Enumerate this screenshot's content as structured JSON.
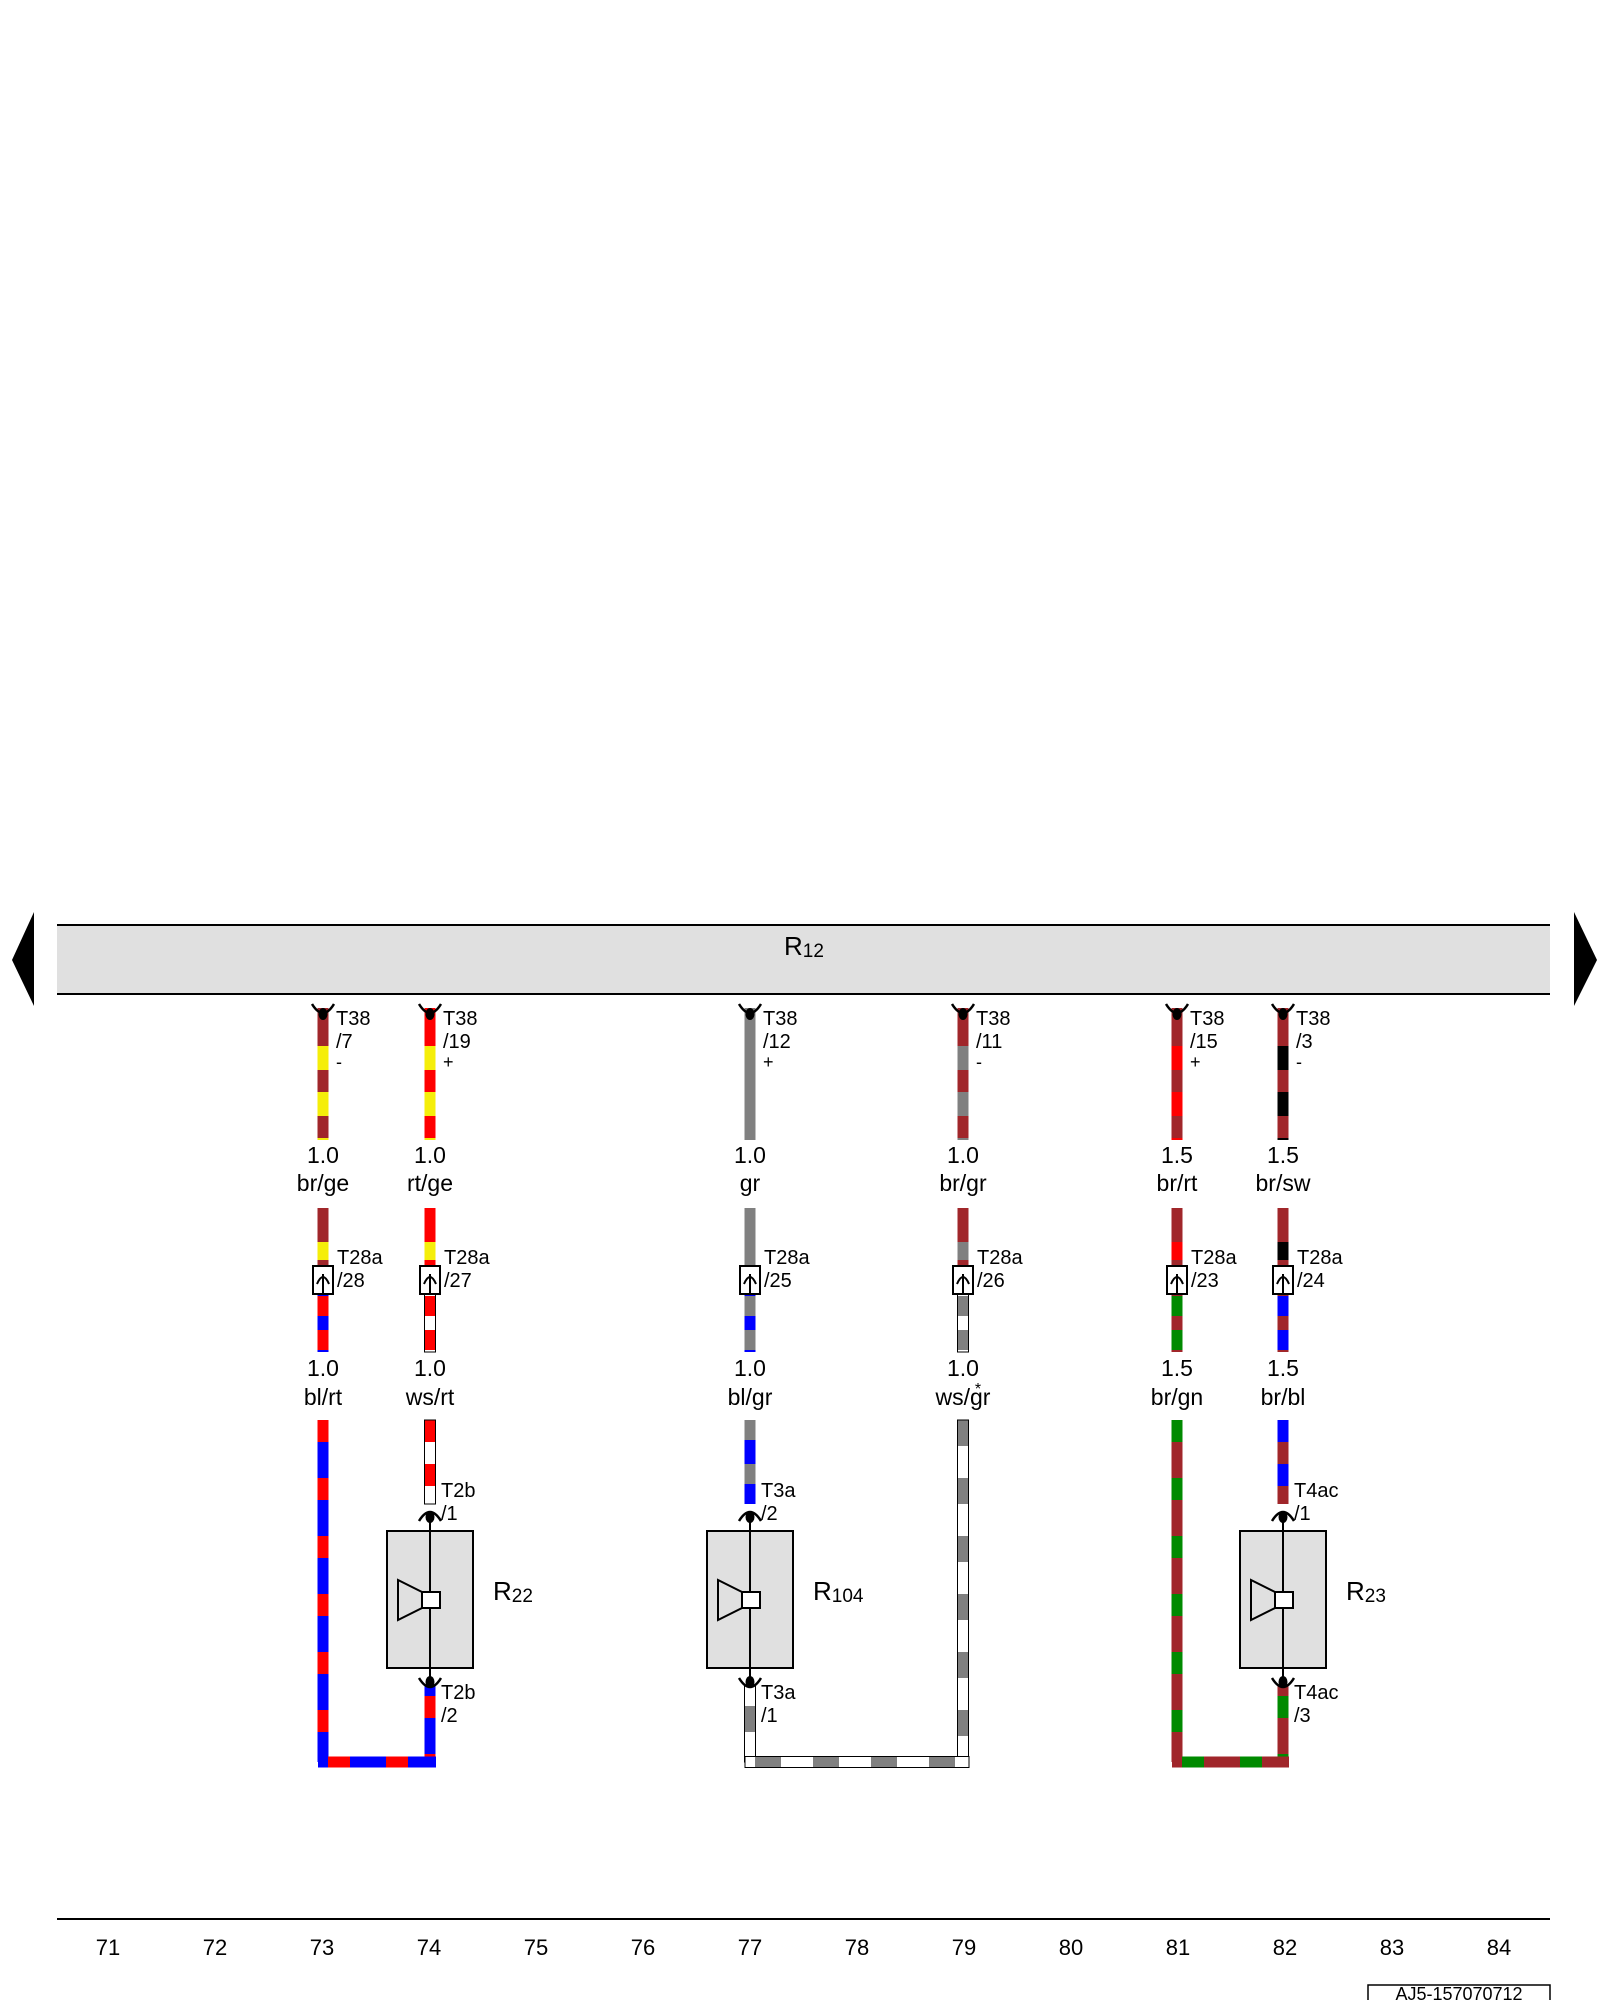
{
  "header_unit": {
    "name": "R",
    "sub": "12"
  },
  "colors": {
    "br": "#a0262a",
    "ge": "#f5ee0a",
    "rt": "#ff0000",
    "bl": "#0000ff",
    "ws": "#ffffff",
    "gr": "#808080",
    "gn": "#008a00",
    "sw": "#000000",
    "panel": "#e0e0e0",
    "outline": "#000000"
  },
  "wires": [
    {
      "top_conn": "T38",
      "top_pin": "/7",
      "polarity": "-",
      "upper_size": "1.0",
      "upper_color": "br/ge",
      "mid_conn": "T28a",
      "mid_pin": "/28",
      "lower_size": "1.0",
      "lower_color": "bl/rt"
    },
    {
      "top_conn": "T38",
      "top_pin": "/19",
      "polarity": "+",
      "upper_size": "1.0",
      "upper_color": "rt/ge",
      "mid_conn": "T28a",
      "mid_pin": "/27",
      "lower_size": "1.0",
      "lower_color": "ws/rt"
    },
    {
      "top_conn": "T38",
      "top_pin": "/12",
      "polarity": "+",
      "upper_size": "1.0",
      "upper_color": "gr",
      "mid_conn": "T28a",
      "mid_pin": "/25",
      "lower_size": "1.0",
      "lower_color": "bl/gr"
    },
    {
      "top_conn": "T38",
      "top_pin": "/11",
      "polarity": "-",
      "upper_size": "1.0",
      "upper_color": "br/gr",
      "mid_conn": "T28a",
      "mid_pin": "/26",
      "lower_size": "1.0",
      "lower_color": "ws/gr",
      "lower_mark": "*"
    },
    {
      "top_conn": "T38",
      "top_pin": "/15",
      "polarity": "+",
      "upper_size": "1.5",
      "upper_color": "br/rt",
      "mid_conn": "T28a",
      "mid_pin": "/23",
      "lower_size": "1.5",
      "lower_color": "br/gn"
    },
    {
      "top_conn": "T38",
      "top_pin": "/3",
      "polarity": "-",
      "upper_size": "1.5",
      "upper_color": "br/sw",
      "mid_conn": "T28a",
      "mid_pin": "/24",
      "lower_size": "1.5",
      "lower_color": "br/bl"
    }
  ],
  "speakers": [
    {
      "name": "R",
      "sub": "22",
      "top_conn": "T2b",
      "top_pin": "/1",
      "bottom_conn": "T2b",
      "bottom_pin": "/2"
    },
    {
      "name": "R",
      "sub": "104",
      "top_conn": "T3a",
      "top_pin": "/2",
      "bottom_conn": "T3a",
      "bottom_pin": "/1"
    },
    {
      "name": "R",
      "sub": "23",
      "top_conn": "T4ac",
      "top_pin": "/1",
      "bottom_conn": "T4ac",
      "bottom_pin": "/3"
    }
  ],
  "grid_numbers": [
    "71",
    "72",
    "73",
    "74",
    "75",
    "76",
    "77",
    "78",
    "79",
    "80",
    "81",
    "82",
    "83",
    "84"
  ],
  "diagram_id": "AJ5-157070712"
}
